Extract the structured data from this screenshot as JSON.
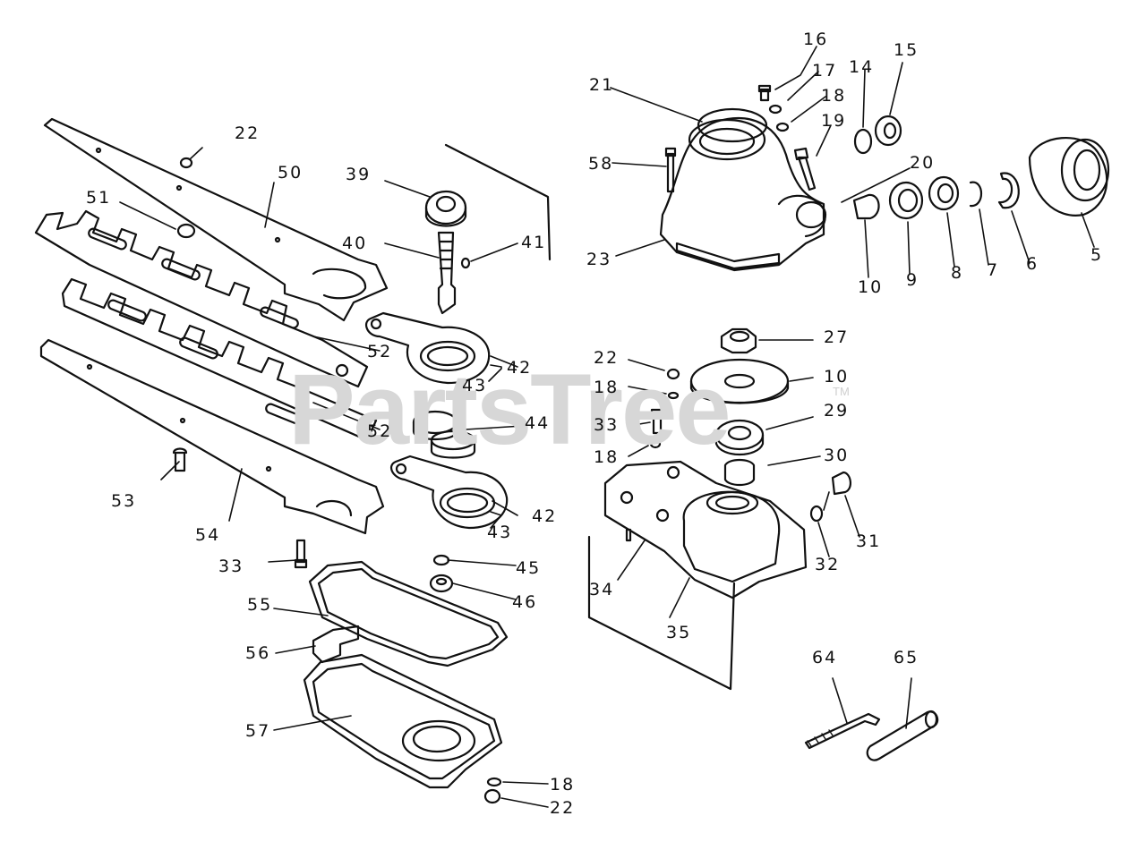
{
  "watermark": {
    "text": "PartsTree",
    "mark": "TM"
  },
  "part_labels": [
    "16",
    "17",
    "18",
    "14",
    "15",
    "21",
    "19",
    "58",
    "20",
    "22",
    "50",
    "39",
    "51",
    "23",
    "10",
    "9",
    "8",
    "7",
    "6",
    "5",
    "40",
    "41",
    "52",
    "27",
    "22",
    "10",
    "42",
    "43",
    "18",
    "29",
    "33",
    "44",
    "52",
    "18",
    "30",
    "53",
    "54",
    "42",
    "43",
    "31",
    "33",
    "45",
    "34",
    "32",
    "46",
    "55",
    "35",
    "56",
    "64",
    "65",
    "57",
    "18",
    "22"
  ]
}
